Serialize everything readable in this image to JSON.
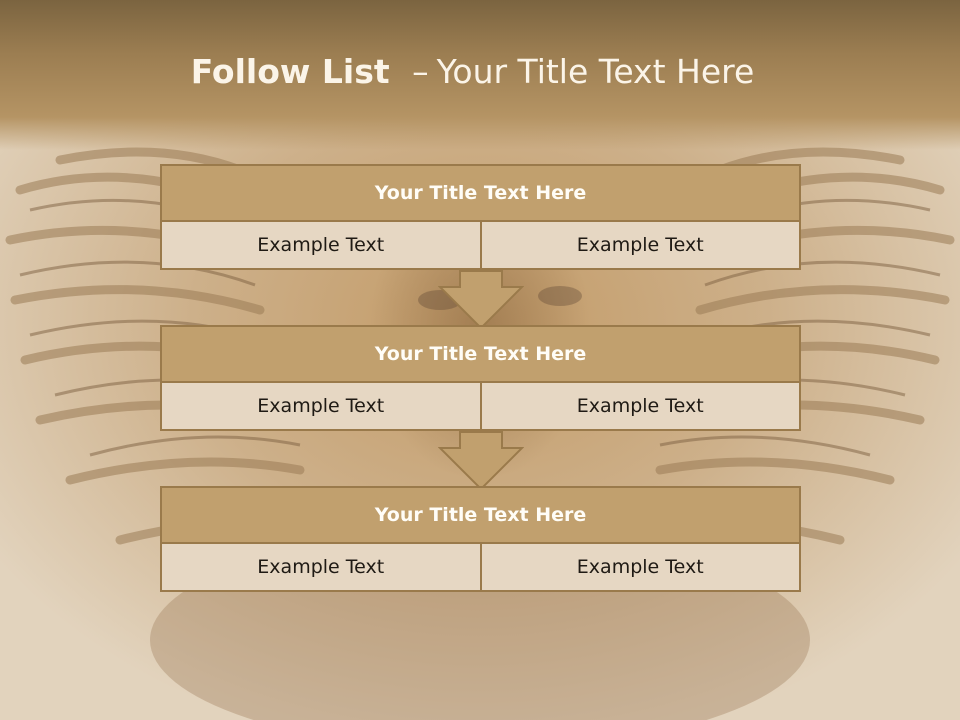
{
  "slide": {
    "title_bold": "Follow List",
    "title_dash": "–",
    "title_rest": "Your Title Text Here"
  },
  "steps": [
    {
      "title": "Your Title Text Here",
      "left": "Example Text",
      "right": "Example Text"
    },
    {
      "title": "Your Title Text Here",
      "left": "Example Text",
      "right": "Example Text"
    },
    {
      "title": "Your Title Text Here",
      "left": "Example Text",
      "right": "Example Text"
    }
  ],
  "colors": {
    "header": "#9b7d51",
    "box_title": "#c1a06e",
    "box_body": "#e6d7c3",
    "border": "#9a7a4b"
  }
}
